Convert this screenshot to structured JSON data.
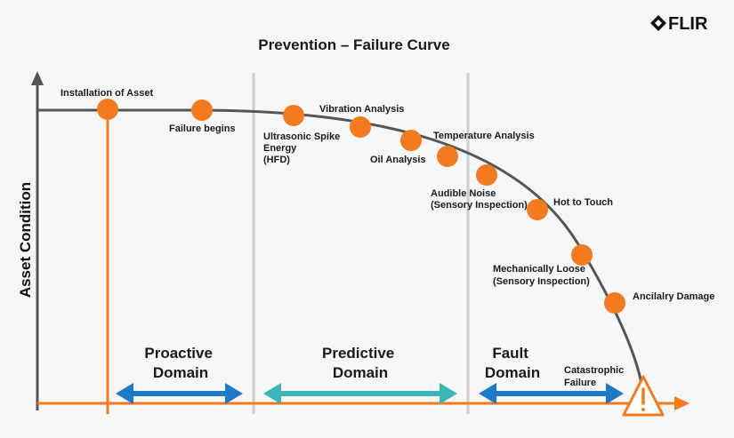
{
  "brand": {
    "logo_text": "FLIR"
  },
  "title": "Prevention – Failure Curve",
  "y_axis_label": "Asset Condition",
  "colors": {
    "orange": "#f47a20",
    "curve": "#555555",
    "axis": "#555555",
    "blue": "#1e78c8",
    "teal": "#3ab6b6",
    "divider": "#cfcfcf",
    "text": "#1a1a1a"
  },
  "points": [
    {
      "id": "installation",
      "label": [
        "Installation of Asset"
      ]
    },
    {
      "id": "failure-begins",
      "label": [
        "Failure begins"
      ]
    },
    {
      "id": "ultrasonic",
      "label": [
        "Ultrasonic Spike",
        "Energy",
        "(HFD)"
      ]
    },
    {
      "id": "vibration",
      "label": [
        "Vibration Analysis"
      ]
    },
    {
      "id": "oil",
      "label": [
        "Oil Analysis"
      ]
    },
    {
      "id": "temperature",
      "label": [
        "Temperature Analysis"
      ]
    },
    {
      "id": "audible",
      "label": [
        "Audible Noise",
        "(Sensory Inspection)"
      ]
    },
    {
      "id": "hot-to-touch",
      "label": [
        "Hot to Touch"
      ]
    },
    {
      "id": "mechanically-loose",
      "label": [
        "Mechanically Loose",
        "(Sensory Inspection)"
      ]
    },
    {
      "id": "ancillary",
      "label": [
        "Ancilalry Damage"
      ]
    },
    {
      "id": "catastrophic",
      "label": [
        "Catastrophic",
        "Failure"
      ]
    }
  ],
  "domains": [
    {
      "id": "proactive",
      "lines": [
        "Proactive",
        "Domain"
      ]
    },
    {
      "id": "predictive",
      "lines": [
        "Predictive",
        "Domain"
      ]
    },
    {
      "id": "fault",
      "lines": [
        "Fault",
        "Domain"
      ]
    }
  ]
}
